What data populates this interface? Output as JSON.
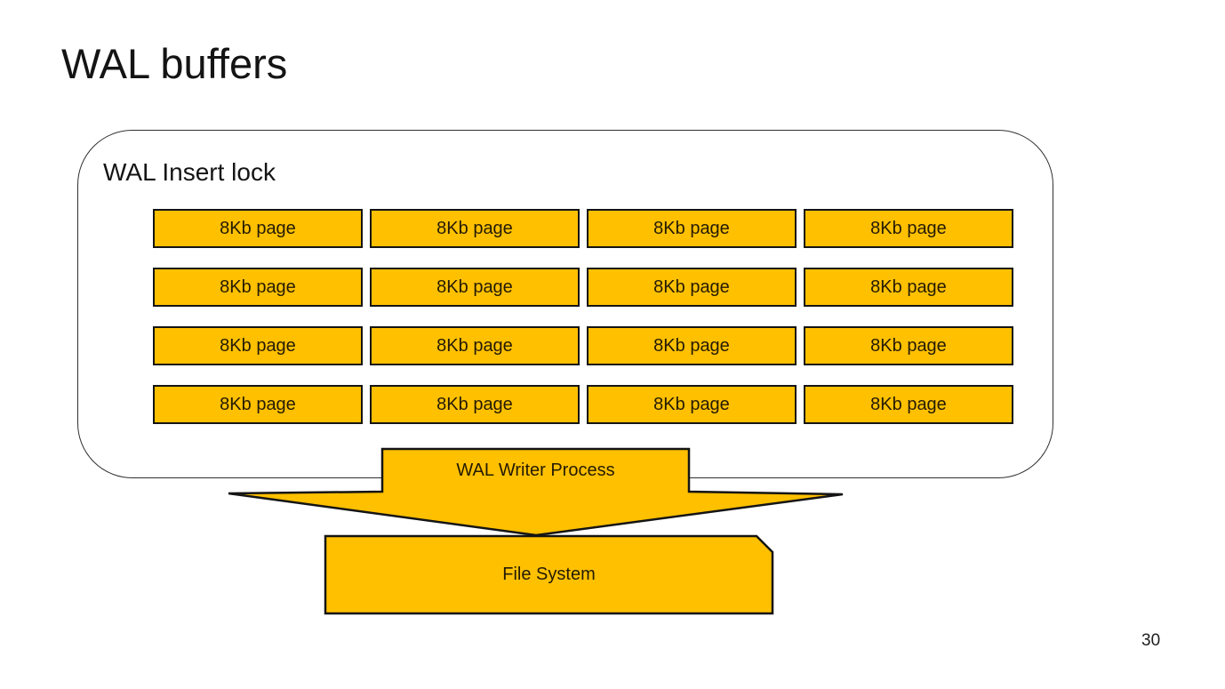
{
  "slide": {
    "title": "WAL buffers",
    "page_number": "30"
  },
  "buffers": {
    "container_label": "WAL Insert lock",
    "grid": {
      "rows": 4,
      "cols": 4
    },
    "pages": [
      {
        "label": "8Kb page"
      },
      {
        "label": "8Kb page"
      },
      {
        "label": "8Kb page"
      },
      {
        "label": "8Kb page"
      },
      {
        "label": "8Kb page"
      },
      {
        "label": "8Kb page"
      },
      {
        "label": "8Kb page"
      },
      {
        "label": "8Kb page"
      },
      {
        "label": "8Kb page"
      },
      {
        "label": "8Kb page"
      },
      {
        "label": "8Kb page"
      },
      {
        "label": "8Kb page"
      },
      {
        "label": "8Kb page"
      },
      {
        "label": "8Kb page"
      },
      {
        "label": "8Kb page"
      },
      {
        "label": "8Kb page"
      }
    ]
  },
  "writer_process": {
    "label": "WAL Writer Process"
  },
  "file_system": {
    "label": "File System"
  },
  "colors": {
    "shape_fill": "#FFC000",
    "shape_stroke": "#141414",
    "container_border": "#303030",
    "shape_text": "#241B03",
    "title_text": "#141414",
    "background": "#FFFFFF"
  }
}
